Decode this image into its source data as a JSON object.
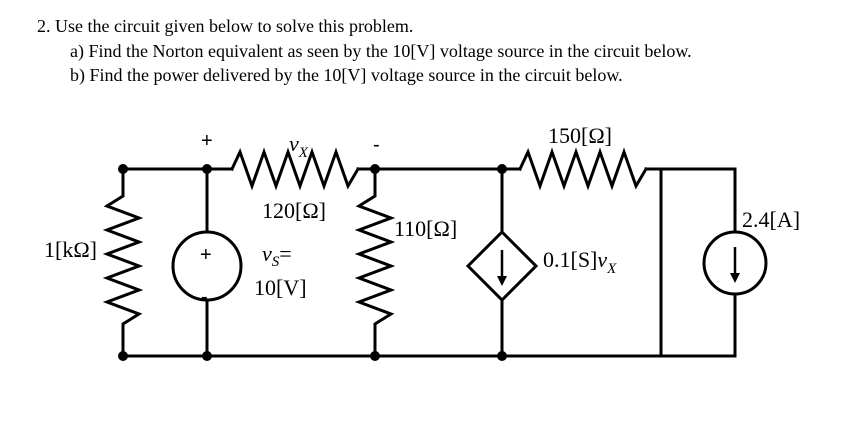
{
  "problem": {
    "line1": "2. Use the circuit given below to solve this problem.",
    "line2": "a)  Find the Norton equivalent as seen by the 10[V] voltage source in the circuit below.",
    "line3": "b)  Find the power delivered by the 10[V] voltage source in the circuit below."
  },
  "circuit": {
    "r_left": "1[kΩ]",
    "r_series": "120[Ω]",
    "r_middle": "110[Ω]",
    "r_top_right": "150[Ω]",
    "vx_plus": "+",
    "vx_minus": "-",
    "vx_var": "v",
    "vx_sub": "X",
    "vs_plus": "+",
    "vs_minus": "-",
    "vs_var": "v",
    "vs_sub": "S",
    "vs_eq": "=",
    "vs_value": "10[V]",
    "dep_source": "0.1[S]v",
    "dep_sub": "X",
    "current_source": "2.4[A]"
  }
}
